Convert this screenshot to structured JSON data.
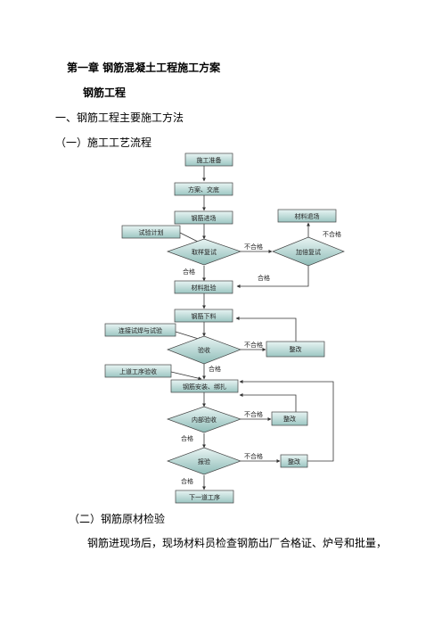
{
  "document": {
    "chapter_title": "第一章 钢筋混凝土工程施工方案",
    "section_title": "钢筋工程",
    "subsection_1": "一、钢筋工程主要施工方法",
    "subsection_1_1": "（一）施工工艺流程",
    "subsection_1_2": "（二）钢筋原材检验",
    "paragraph": "钢筋进现场后，现场材料员检查钢筋出厂合格证、炉号和批量，"
  },
  "flowchart": {
    "nodes": {
      "start": "施工准备",
      "plan": "方案、交底",
      "steel_in": "钢筋进场",
      "test_plan": "试验计划",
      "sample_check": "取样复试",
      "material_exit": "材料退场",
      "extra_check": "加倍复试",
      "material_acceptance": "材料批验",
      "cutting": "钢筋下料",
      "weld_test": "连接试焊与试验",
      "inspection": "验收",
      "rectify_1": "整改",
      "prev_process": "上道工序验收",
      "binding": "钢筋安装、绑扎",
      "internal_check": "内部验收",
      "rectify_2": "整改",
      "report_check": "报验",
      "rectify_3": "整改",
      "next_process": "下一道工序"
    },
    "edge_labels": {
      "fail_sample": "不合格",
      "fail_extra": "不合格",
      "pass_extra": "合格",
      "pass_sample": "合格",
      "fail_inspection": "不合格",
      "pass_inspection": "合格",
      "fail_internal": "不合格",
      "pass_internal": "合格",
      "fail_report": "不合格",
      "pass_report": "合格"
    }
  }
}
